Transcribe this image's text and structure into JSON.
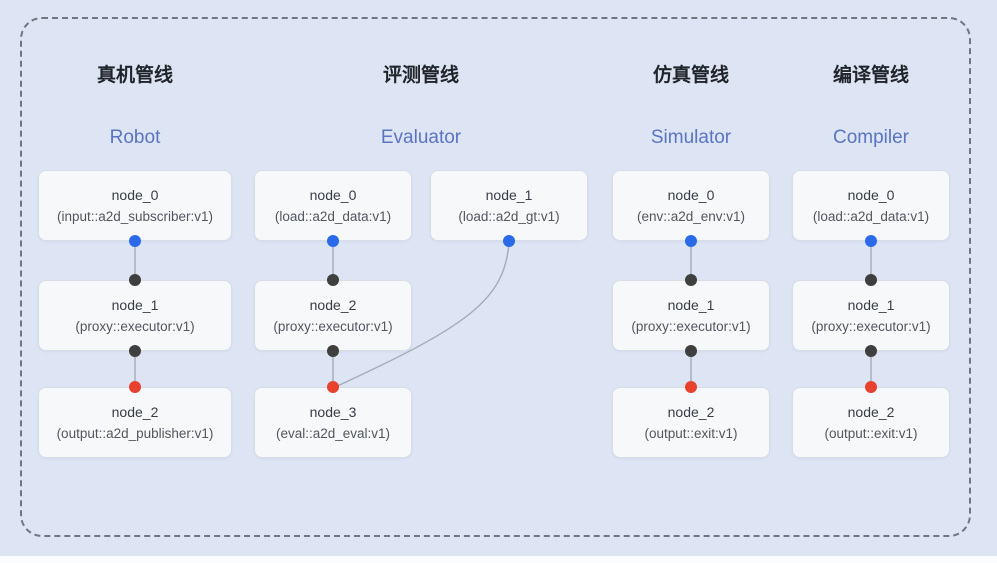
{
  "pipelines": [
    {
      "title_zh": "真机管线",
      "title_en": "Robot",
      "nodes": [
        {
          "name": "node_0",
          "type": "(input::a2d_subscriber:v1)"
        },
        {
          "name": "node_1",
          "type": "(proxy::executor:v1)"
        },
        {
          "name": "node_2",
          "type": "(output::a2d_publisher:v1)"
        }
      ]
    },
    {
      "title_zh": "评测管线",
      "title_en": "Evaluator",
      "nodes": [
        {
          "name": "node_0",
          "type": "(load::a2d_data:v1)"
        },
        {
          "name": "node_1",
          "type": "(load::a2d_gt:v1)"
        },
        {
          "name": "node_2",
          "type": "(proxy::executor:v1)"
        },
        {
          "name": "node_3",
          "type": "(eval::a2d_eval:v1)"
        }
      ]
    },
    {
      "title_zh": "仿真管线",
      "title_en": "Simulator",
      "nodes": [
        {
          "name": "node_0",
          "type": "(env::a2d_env:v1)"
        },
        {
          "name": "node_1",
          "type": "(proxy::executor:v1)"
        },
        {
          "name": "node_2",
          "type": "(output::exit:v1)"
        }
      ]
    },
    {
      "title_zh": "编译管线",
      "title_en": "Compiler",
      "nodes": [
        {
          "name": "node_0",
          "type": "(load::a2d_data:v1)"
        },
        {
          "name": "node_1",
          "type": "(proxy::executor:v1)"
        },
        {
          "name": "node_2",
          "type": "(output::exit:v1)"
        }
      ]
    }
  ],
  "colors": {
    "background": "#dde4f4",
    "node_fill": "#f7f8fa",
    "accent_english": "#5a74c3",
    "port_input": "#2a6ae9",
    "port_internal": "#3f3f3f",
    "port_output": "#e8422f",
    "dashed_frame": "#70757f"
  }
}
